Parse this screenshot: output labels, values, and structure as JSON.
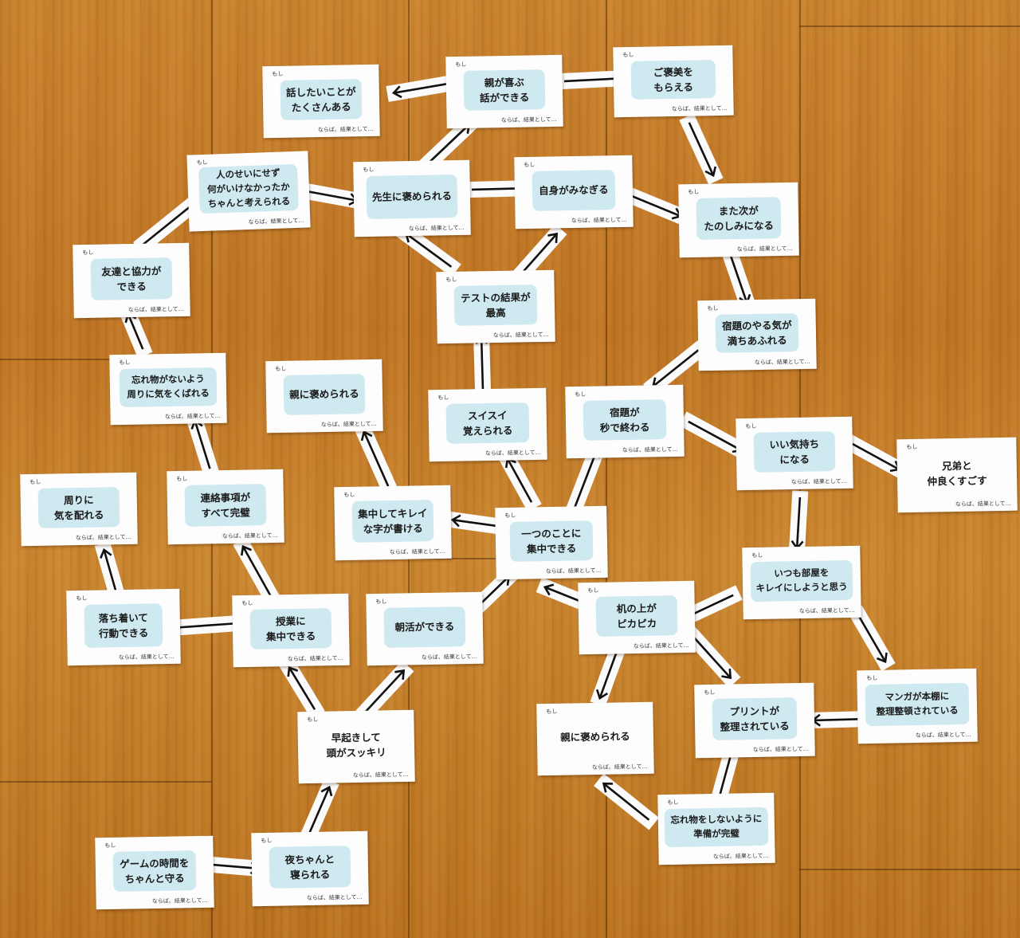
{
  "moshi": "もし",
  "footer": "ならば、結果として…",
  "cards": {
    "hanashitai": "話したいことが\nたくさんある",
    "oya_yorokobu": "親が喜ぶ\n話ができる",
    "gohoubi": "ご褒美を\nもらえる",
    "hito_no_sei": "人のせいにせず\n何がいけなかったか\nちゃんと考えられる",
    "sensei": "先生に褒められる",
    "jishin": "自身がみなぎる",
    "mata_tsugi": "また次が\nたのしみになる",
    "tomodachi": "友達と協力が\nできる",
    "test": "テストの結果が\n最高",
    "shukudai_yaruki": "宿題のやる気が\n満ちあふれる",
    "wasuremono": "忘れ物がないよう\n周りに気をくばれる",
    "oya_homerareru_1": "親に褒められる",
    "suisui": "スイスイ\n覚えられる",
    "shukudai_byou": "宿題が\n秒で終わる",
    "ii_kimochi": "いい気持ち\nになる",
    "kyoudai": "兄弟と\n仲良くすごす",
    "mawari": "周りに\n気を配れる",
    "renraku": "連絡事項が\nすべて完璧",
    "shuuchuu_kirei": "集中してキレイ\nな字が書ける",
    "hitotsu": "一つのことに\n集中できる",
    "itsumo_heya": "いつも部屋を\nキレイにしようと思う",
    "ochitsuite": "落ち着いて\n行動できる",
    "jugyou": "授業に\n集中できる",
    "asakatsu": "朝活ができる",
    "tsukue": "机の上が\nピカピカ",
    "manga": "マンガが本棚に\n整理整頓されている",
    "oya_homerareru_2": "親に褒められる",
    "print": "プリントが\n整理されている",
    "hayaoki": "早起きして\n頭がスッキリ",
    "game": "ゲームの時間を\nちゃんと守る",
    "yoru": "夜ちゃんと\n寝られる",
    "wasuremono_junbi": "忘れ物をしないように\n準備が完璧"
  },
  "colors": {
    "floor": "#c07a27",
    "card": "#fdfdfd",
    "label": "#cfe9f1",
    "arrow": "#111111"
  }
}
